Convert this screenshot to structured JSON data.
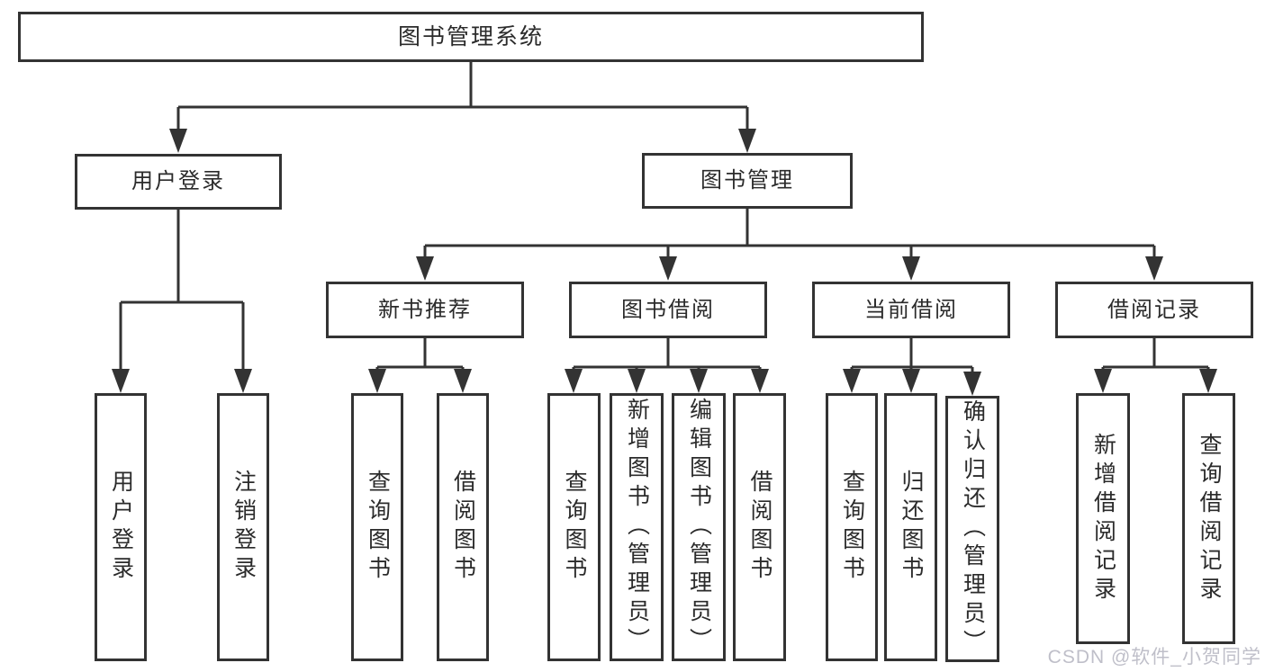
{
  "diagram": {
    "title": "图书管理系统",
    "branches": [
      {
        "label": "用户登录",
        "children": [
          {
            "label": "用户登录"
          },
          {
            "label": "注销登录"
          }
        ]
      },
      {
        "label": "图书管理",
        "children": [
          {
            "label": "新书推荐",
            "children": [
              {
                "label": "查询图书"
              },
              {
                "label": "借阅图书"
              }
            ]
          },
          {
            "label": "图书借阅",
            "children": [
              {
                "label": "查询图书"
              },
              {
                "label": "新增图书（管理员）"
              },
              {
                "label": "编辑图书（管理员）"
              },
              {
                "label": "借阅图书"
              }
            ]
          },
          {
            "label": "当前借阅",
            "children": [
              {
                "label": "查询图书"
              },
              {
                "label": "归还图书"
              },
              {
                "label": "确认归还（管理员）"
              }
            ]
          },
          {
            "label": "借阅记录",
            "children": [
              {
                "label": "新增借阅记录"
              },
              {
                "label": "查询借阅记录"
              }
            ]
          }
        ]
      }
    ]
  },
  "watermark": {
    "text": "CSDN @软件_小贺同学"
  },
  "colors": {
    "line": "#333333",
    "node_border": "#333333",
    "node_background": "#ffffff",
    "text": "#2b2b2b",
    "watermark": "#afafbb"
  }
}
